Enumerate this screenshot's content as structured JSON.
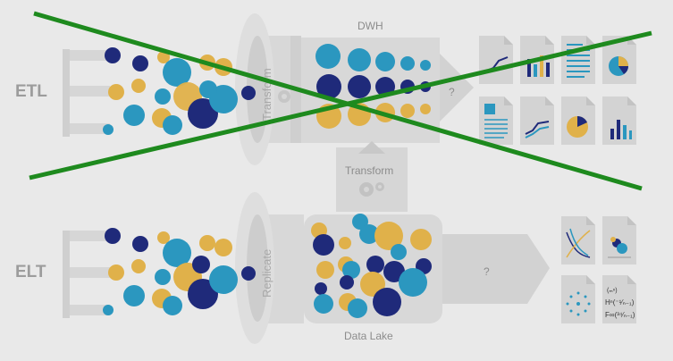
{
  "colors": {
    "background": "#e9e9e9",
    "machine": "#d8d8d8",
    "machine_dark": "#cdcdcd",
    "label_gray": "#9c9c9c",
    "navy": "#1f2a7a",
    "teal": "#2b97bf",
    "gold": "#e0b14a",
    "green": "#1e8a1e",
    "doc": "#d3d3d3"
  },
  "labels": {
    "etl": "ETL",
    "elt": "ELT",
    "transform_funnel": "Transform",
    "replicate_funnel": "Replicate",
    "dwh": "DWH",
    "transform_mid": "Transform",
    "data_lake": "Data Lake",
    "question_top": "?",
    "question_bottom": "?",
    "formula_1": "(ₘⁿ)",
    "formula_2": "Hⁿ(⁻¹⁄ₙ₋₁)",
    "formula_3": "F∞(³⁴⁄ₙ₋₁)"
  },
  "icons": {
    "gear": "gear-icon",
    "cross": "cross-out-mark",
    "documents": [
      "line-chart-doc",
      "bar-chart-doc",
      "text-doc",
      "pie-chart-doc",
      "image-doc",
      "line-chart-doc",
      "pie-chart-doc",
      "bar-chart-doc"
    ],
    "lake_documents": [
      "curve-plot-doc",
      "scatter-doc",
      "network-doc",
      "formula-doc"
    ]
  }
}
